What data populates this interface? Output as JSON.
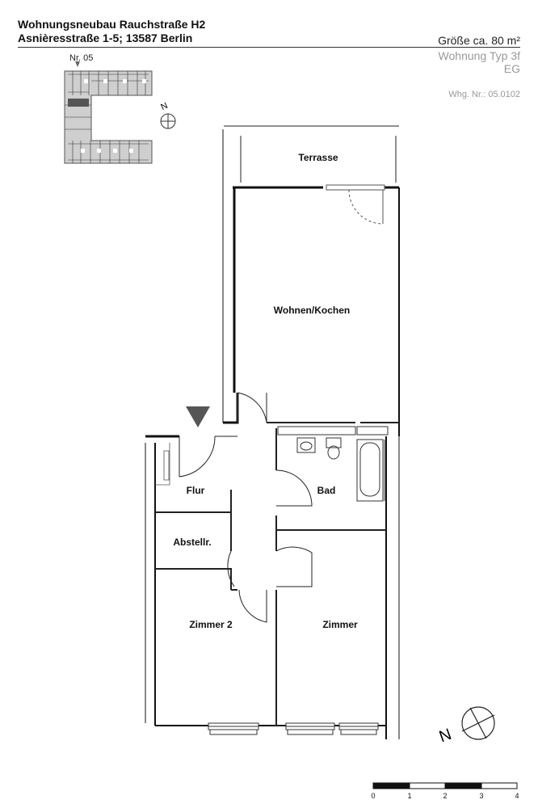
{
  "header": {
    "title_line1": "Wohnungsneubau Rauchstraße H2",
    "title_line2": "Asnièresstraße 1-5; 13587 Berlin"
  },
  "meta": {
    "size": "Größe ca. 80 m²",
    "type": "Wohnung Typ 3f",
    "floor": "EG",
    "apartment_number": "Whg. Nr.: 05.0102"
  },
  "keyplan": {
    "label": "Nr. 05",
    "north_letter": "N"
  },
  "rooms": {
    "terrasse": "Terrasse",
    "wohnen": "Wohnen/Kochen",
    "flur": "Flur",
    "bad": "Bad",
    "abstell": "Abstellr.",
    "zimmer2": "Zimmer 2",
    "zimmer": "Zimmer"
  },
  "compass": {
    "north_letter": "N"
  },
  "scale_bar": {
    "labels": [
      "0",
      "1",
      "2",
      "3",
      "4"
    ]
  }
}
